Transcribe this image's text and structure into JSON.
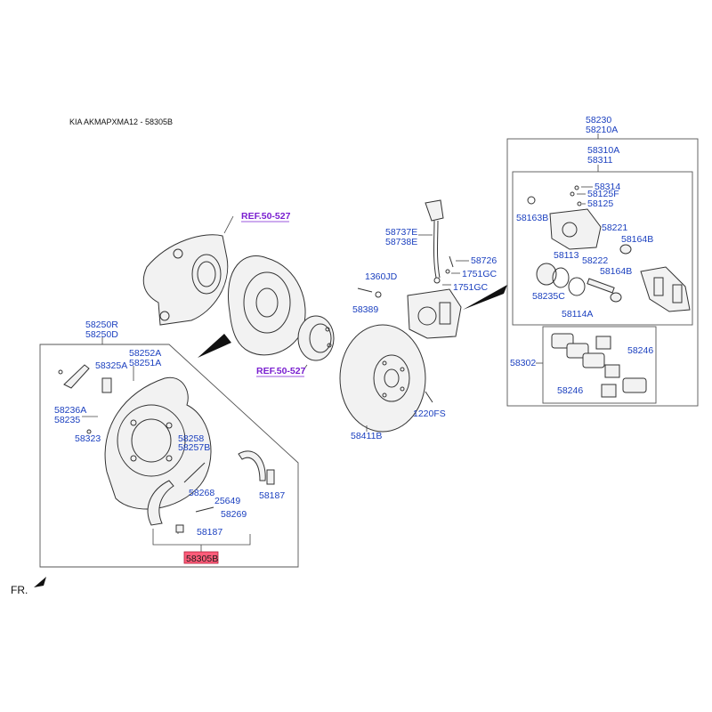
{
  "title": "KIA AKMAPXMA12 - 58305B",
  "direction_label": "FR.",
  "refs": [
    "REF.50-527",
    "REF.50-527"
  ],
  "highlighted_part": "58305B",
  "colors": {
    "label": "#1a3fbf",
    "ref": "#7a1fd0",
    "highlight": "#ff5c7a"
  },
  "labels": {
    "p58250R": "58250R",
    "p58250D": "58250D",
    "p58252A": "58252A",
    "p58251A": "58251A",
    "p58325A": "58325A",
    "p58236A": "58236A",
    "p58235": "58235",
    "p58323": "58323",
    "p58258": "58258",
    "p58257B": "58257B",
    "p58268": "58268",
    "p25649": "25649",
    "p58269": "58269",
    "p58187a": "58187",
    "p58187b": "58187",
    "p58737E": "58737E",
    "p58738E": "58738E",
    "p58726": "58726",
    "p1360JD": "1360JD",
    "p1751GCa": "1751GC",
    "p1751GCb": "1751GC",
    "p58389": "58389",
    "p58411B": "58411B",
    "p1220FS": "1220FS",
    "p58230": "58230",
    "p58210A": "58210A",
    "p58310A": "58310A",
    "p58311": "58311",
    "p58314": "58314",
    "p58125F": "58125F",
    "p58125": "58125",
    "p58163B": "58163B",
    "p58221": "58221",
    "p58164Ba": "58164B",
    "p58113": "58113",
    "p58222": "58222",
    "p58164Bb": "58164B",
    "p58235C": "58235C",
    "p58114A": "58114A",
    "p58302": "58302",
    "p58246a": "58246",
    "p58246b": "58246"
  }
}
